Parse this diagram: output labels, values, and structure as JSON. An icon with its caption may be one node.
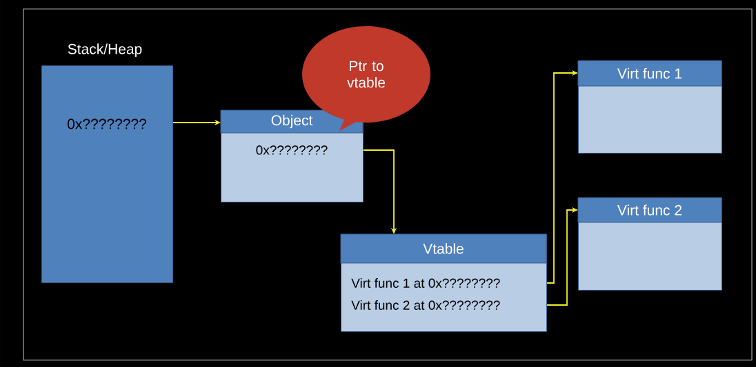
{
  "diagram": {
    "nodes": [
      {
        "text": [
          "Stack/Heap",
          "0x????????"
        ]
      },
      {
        "text": [
          "Object",
          "0x????????"
        ]
      },
      {
        "text": [
          "Ptr to vtable"
        ]
      },
      {
        "text": [
          "Vtable",
          "Virt func 1 at 0x????????",
          "Virt func 2 at 0x????????"
        ]
      },
      {
        "text": [
          "Virt func 1"
        ]
      },
      {
        "text": [
          "Virt func 2"
        ]
      }
    ],
    "edges": [
      {
        "from": 0,
        "to": 1,
        "arrow": "to"
      },
      {
        "from": 1,
        "to": 3,
        "arrow": "to"
      },
      {
        "from": 3,
        "to": 4,
        "arrow": "to"
      },
      {
        "from": 3,
        "to": 5,
        "arrow": "to"
      }
    ]
  }
}
